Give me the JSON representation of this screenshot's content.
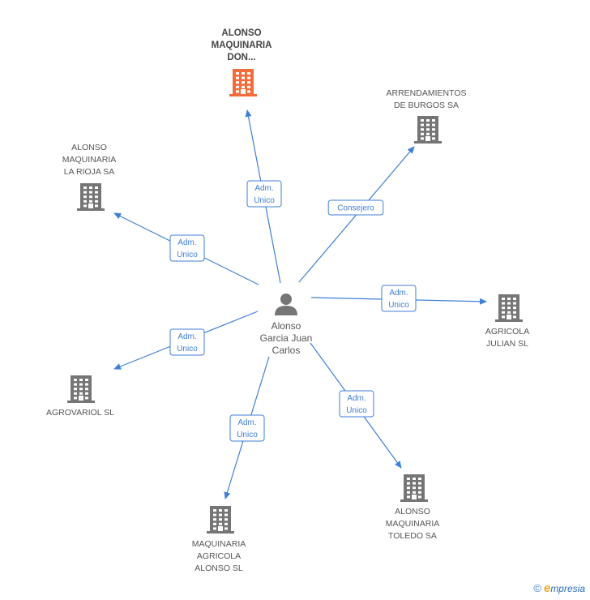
{
  "center": {
    "label_lines": [
      "Alonso",
      "Garcia Juan",
      "Carlos"
    ]
  },
  "nodes": [
    {
      "id": "n1",
      "label_lines": [
        "ALONSO",
        "MAQUINARIA",
        "DON..."
      ],
      "highlight": true
    },
    {
      "id": "n2",
      "label_lines": [
        "ARRENDAMIENTOS",
        "DE BURGOS SA"
      ],
      "highlight": false
    },
    {
      "id": "n3",
      "label_lines": [
        "ALONSO",
        "MAQUINARIA",
        "LA RIOJA SA"
      ],
      "highlight": false
    },
    {
      "id": "n4",
      "label_lines": [
        "AGRICOLA",
        "JULIAN SL"
      ],
      "highlight": false
    },
    {
      "id": "n5",
      "label_lines": [
        "AGROVARIOL SL"
      ],
      "highlight": false
    },
    {
      "id": "n6",
      "label_lines": [
        "ALONSO",
        "MAQUINARIA",
        "TOLEDO SA"
      ],
      "highlight": false
    },
    {
      "id": "n7",
      "label_lines": [
        "MAQUINARIA",
        "AGRICOLA",
        "ALONSO SL"
      ],
      "highlight": false
    }
  ],
  "edges": [
    {
      "to": "n1",
      "label_lines": [
        "Adm.",
        "Unico"
      ]
    },
    {
      "to": "n2",
      "label_lines": [
        "Consejero"
      ]
    },
    {
      "to": "n3",
      "label_lines": [
        "Adm.",
        "Unico"
      ]
    },
    {
      "to": "n4",
      "label_lines": [
        "Adm.",
        "Unico"
      ]
    },
    {
      "to": "n5",
      "label_lines": [
        "Adm.",
        "Unico"
      ]
    },
    {
      "to": "n6",
      "label_lines": [
        "Adm.",
        "Unico"
      ]
    },
    {
      "to": "n7",
      "label_lines": [
        "Adm.",
        "Unico"
      ]
    }
  ],
  "colors": {
    "edge": "#3f7fd6",
    "building": "#757575",
    "building_highlight": "#f26b3a",
    "person": "#757575"
  },
  "footer": {
    "copyright_symbol": "©",
    "brand_initial": "e",
    "brand_rest": "mpresia"
  }
}
